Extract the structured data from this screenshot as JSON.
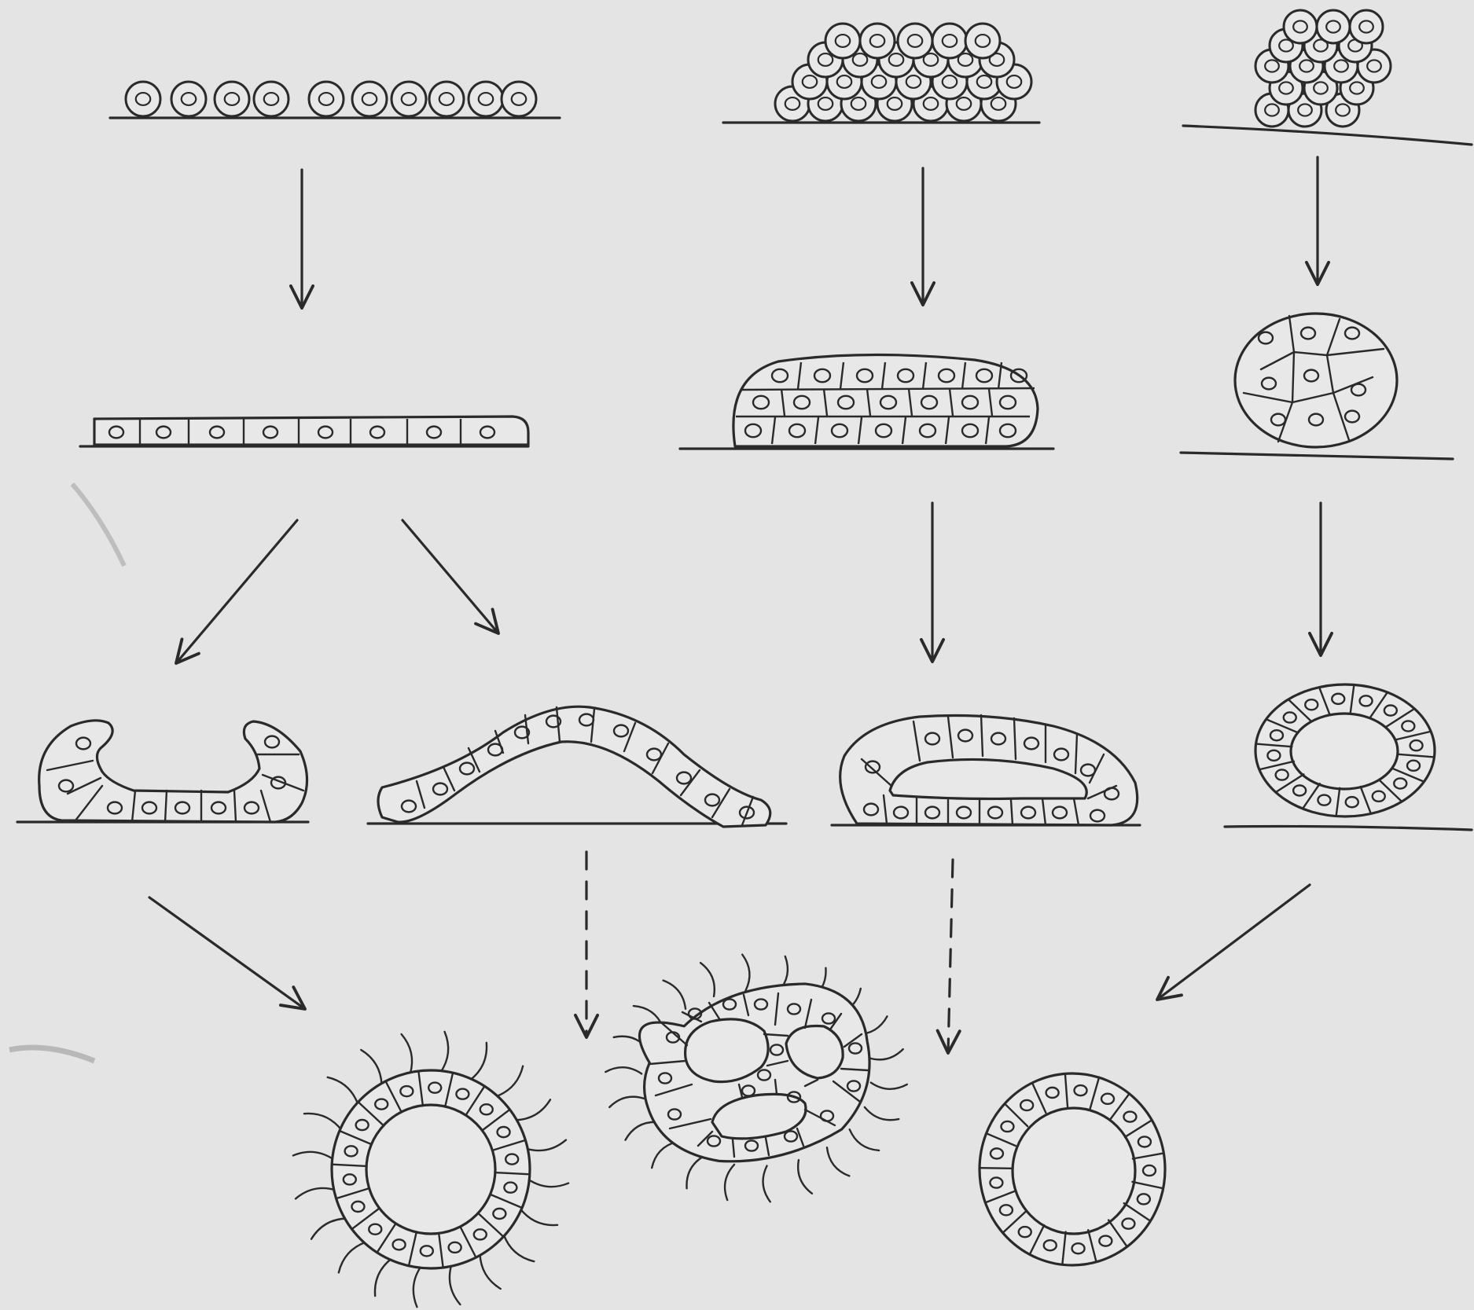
{
  "figure": {
    "background": "#e4e4e4",
    "ink": "#2a2a2a",
    "pathways": [
      {
        "id": "col1",
        "start": "monolayer"
      },
      {
        "id": "col2",
        "start": "multilayer-mound"
      },
      {
        "id": "col3",
        "start": "cell-cluster"
      }
    ],
    "outcomes": [
      "ciliated-hollow-sphere",
      "multi-lumen-ciliated-body",
      "hollow-sphere"
    ]
  }
}
